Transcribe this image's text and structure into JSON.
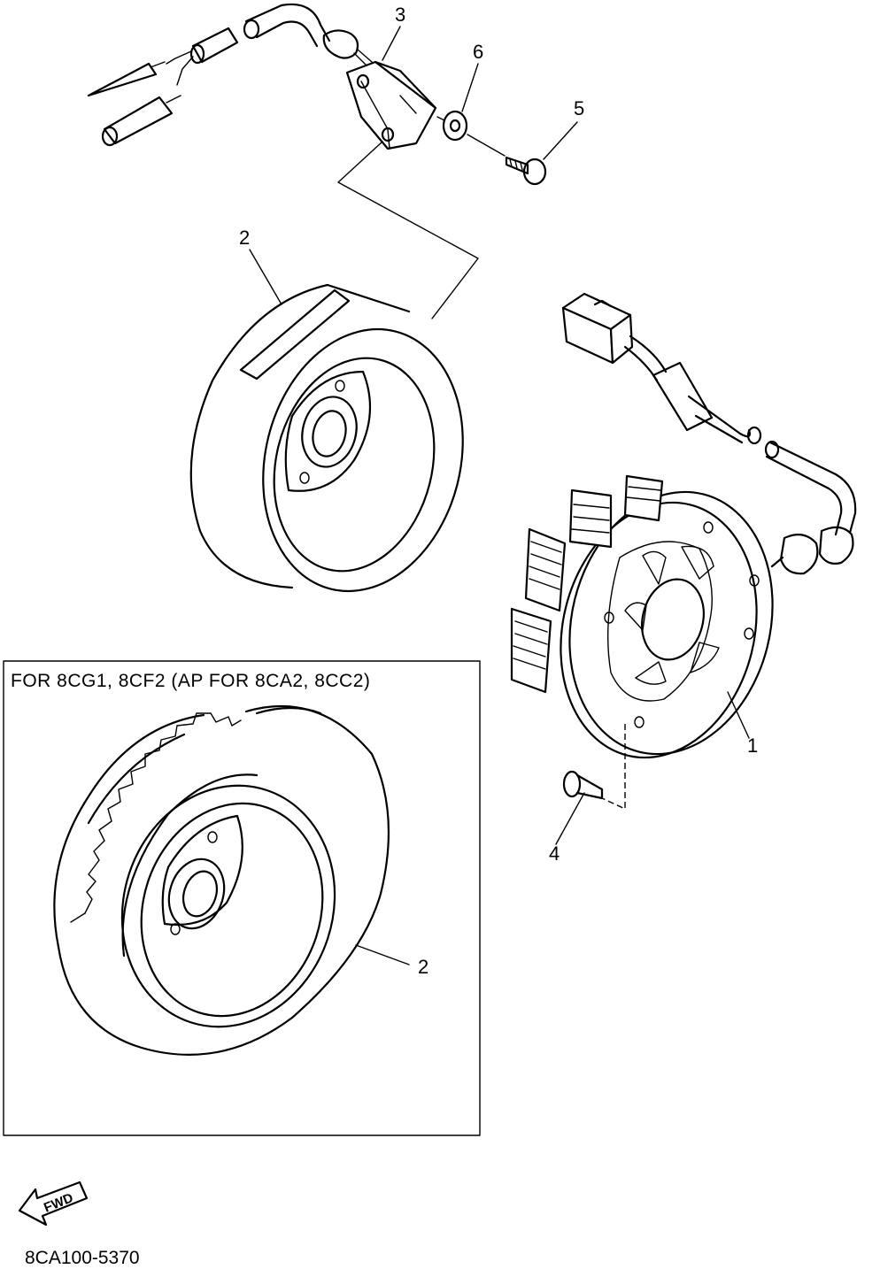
{
  "callouts": {
    "c1": "1",
    "c2_flywheel": "2",
    "c2_inset": "2",
    "c3": "3",
    "c4": "4",
    "c5": "5",
    "c6": "6"
  },
  "inset": {
    "title": "FOR 8CG1, 8CF2 (AP FOR 8CA2, 8CC2)"
  },
  "direction_marker": {
    "label": "FWD"
  },
  "figure_code": "8CA100-5370"
}
